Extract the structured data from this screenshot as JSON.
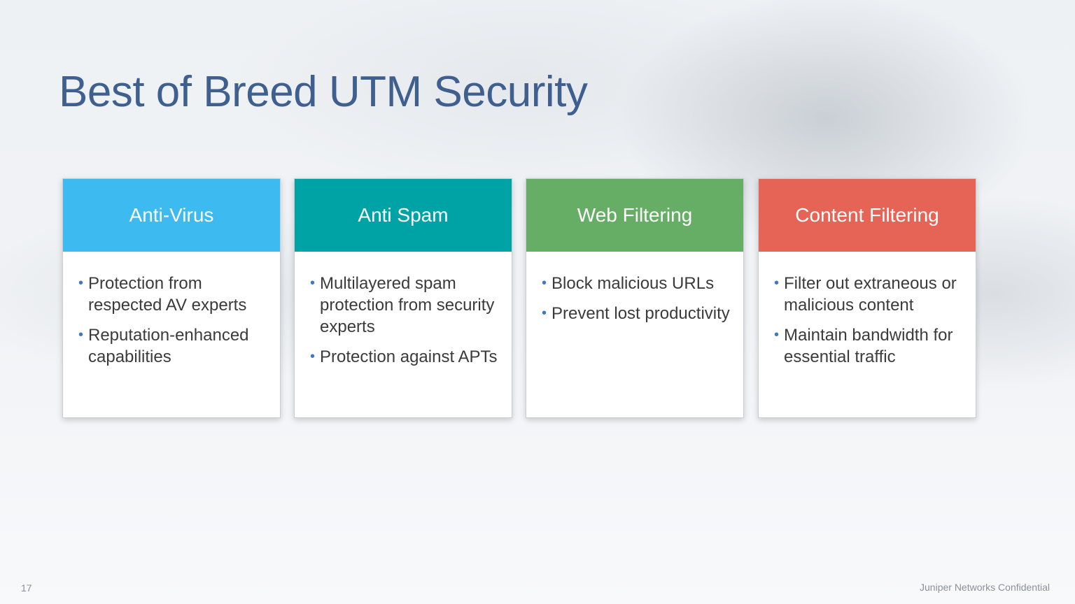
{
  "slide": {
    "title": "Best of Breed UTM Security",
    "page_number": "17",
    "footer": "Juniper Networks Confidential"
  },
  "cards": [
    {
      "header": "Anti-Virus",
      "color": "#3dbaf0",
      "bullets": [
        "Protection from respected AV experts",
        "Reputation-enhanced capabilities"
      ]
    },
    {
      "header": "Anti Spam",
      "color": "#00a3a5",
      "bullets": [
        "Multilayered spam protection from security experts",
        "Protection against APTs"
      ]
    },
    {
      "header": "Web Filtering",
      "color": "#66ae65",
      "bullets": [
        "Block malicious URLs",
        "Prevent lost productivity"
      ]
    },
    {
      "header": "Content Filtering",
      "color": "#e66456",
      "bullets": [
        "Filter out extraneous or malicious content",
        "Maintain bandwidth for essential traffic"
      ]
    }
  ]
}
